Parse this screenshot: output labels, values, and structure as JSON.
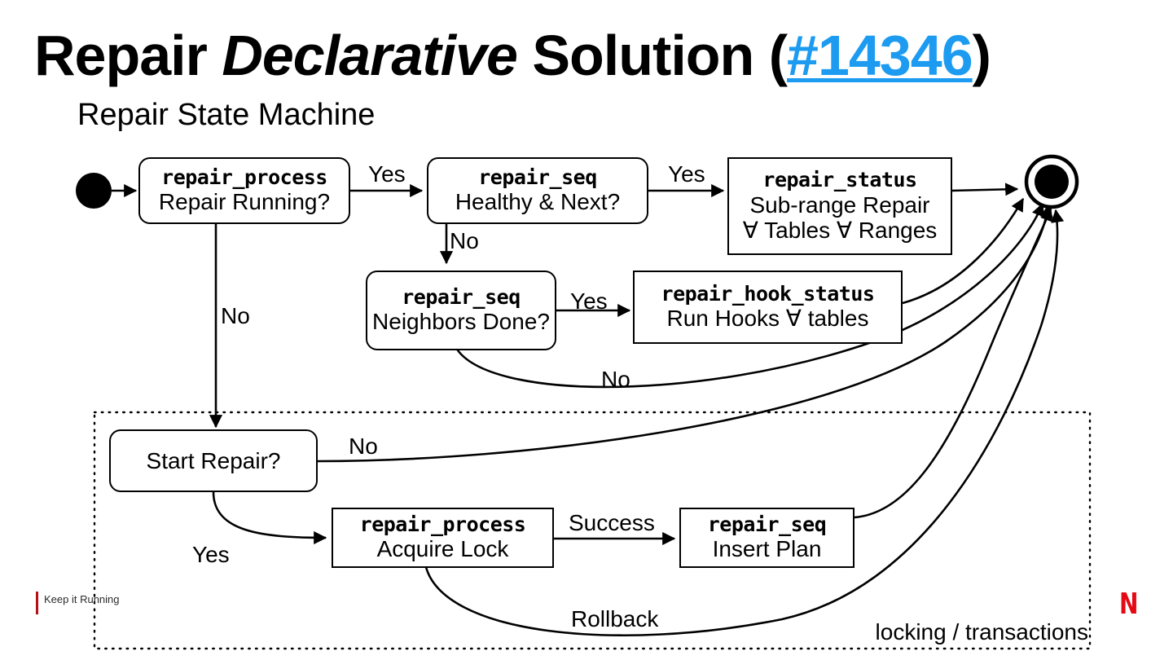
{
  "title": {
    "part1": "Repair ",
    "italic": "Declarative",
    "part2": " Solution (",
    "link": "#14346",
    "part3": ")",
    "subtitle": "Repair State Machine"
  },
  "diagram": {
    "type": "state-machine",
    "nodes": [
      {
        "id": "start",
        "kind": "initial-state",
        "label": ""
      },
      {
        "id": "repair_process_running",
        "kind": "rounded-box",
        "mono": "repair_process",
        "text": "Repair Running?"
      },
      {
        "id": "repair_seq_healthy",
        "kind": "rounded-box",
        "mono": "repair_seq",
        "text": "Healthy & Next?"
      },
      {
        "id": "repair_status_subrange",
        "kind": "square-box",
        "mono": "repair_status",
        "text": "Sub-range Repair",
        "text2": "∀ Tables ∀ Ranges"
      },
      {
        "id": "repair_seq_neighbors",
        "kind": "rounded-box",
        "mono": "repair_seq",
        "text": "Neighbors Done?"
      },
      {
        "id": "repair_hook_status",
        "kind": "square-box",
        "mono": "repair_hook_status",
        "text": "Run Hooks ∀ tables"
      },
      {
        "id": "start_repair",
        "kind": "rounded-box",
        "mono": "",
        "text": "Start Repair?"
      },
      {
        "id": "repair_process_lock",
        "kind": "square-box",
        "mono": "repair_process",
        "text": "Acquire Lock"
      },
      {
        "id": "repair_seq_insert",
        "kind": "square-box",
        "mono": "repair_seq",
        "text": "Insert Plan"
      },
      {
        "id": "end",
        "kind": "final-state",
        "label": ""
      }
    ],
    "edges": [
      {
        "from": "start",
        "to": "repair_process_running",
        "label": ""
      },
      {
        "from": "repair_process_running",
        "to": "repair_seq_healthy",
        "label": "Yes"
      },
      {
        "from": "repair_process_running",
        "to": "start_repair",
        "label": "No"
      },
      {
        "from": "repair_seq_healthy",
        "to": "repair_status_subrange",
        "label": "Yes"
      },
      {
        "from": "repair_seq_healthy",
        "to": "repair_seq_neighbors",
        "label": "No"
      },
      {
        "from": "repair_status_subrange",
        "to": "end",
        "label": ""
      },
      {
        "from": "repair_seq_neighbors",
        "to": "repair_hook_status",
        "label": "Yes"
      },
      {
        "from": "repair_seq_neighbors",
        "to": "end",
        "label": "No"
      },
      {
        "from": "repair_hook_status",
        "to": "end",
        "label": ""
      },
      {
        "from": "start_repair",
        "to": "end",
        "label": "No"
      },
      {
        "from": "start_repair",
        "to": "repair_process_lock",
        "label": "Yes"
      },
      {
        "from": "repair_process_lock",
        "to": "repair_seq_insert",
        "label": "Success"
      },
      {
        "from": "repair_process_lock",
        "to": "end",
        "label": "Rollback"
      },
      {
        "from": "repair_seq_insert",
        "to": "end",
        "label": ""
      }
    ],
    "group_label": "locking / transactions"
  },
  "footer": {
    "note": "Keep it Running",
    "logo": "N"
  },
  "colors": {
    "link": "#1d9bf0",
    "brand": "#e50914",
    "accent_rule": "#b3101a",
    "stroke": "#000000",
    "background": "#ffffff"
  }
}
